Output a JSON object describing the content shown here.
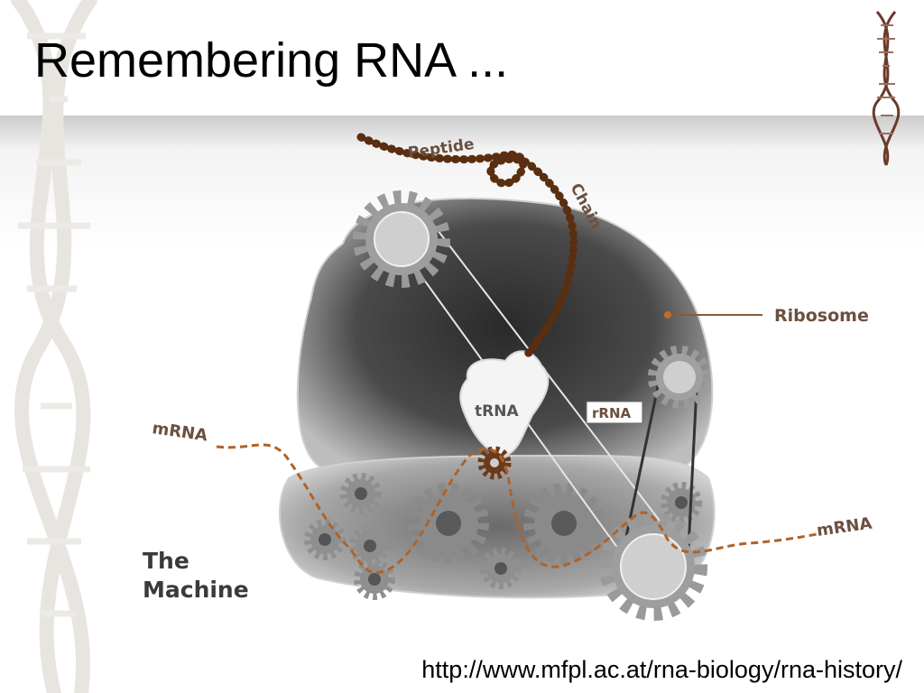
{
  "slide": {
    "title": "Remembering RNA ...",
    "source_url": "http://www.mfpl.ac.at/rna-biology/rna-history/"
  },
  "diagram": {
    "labels": {
      "peptide": "Peptide",
      "chain": "Chain",
      "ribosome": "Ribosome",
      "trna": "tRNA",
      "rrna": "rRNA",
      "mrna_left": "mRNA",
      "mrna_right": "mRNA",
      "machine_line1": "The",
      "machine_line2": "Machine"
    },
    "colors": {
      "peptide_chain": "#5a2e10",
      "mrna_strand": "#b0622a",
      "label_text": "#6b5040",
      "ribosome_dark": "#3a3a3a",
      "gear_grey": "#8a8a8a",
      "title_text": "#000000"
    }
  }
}
